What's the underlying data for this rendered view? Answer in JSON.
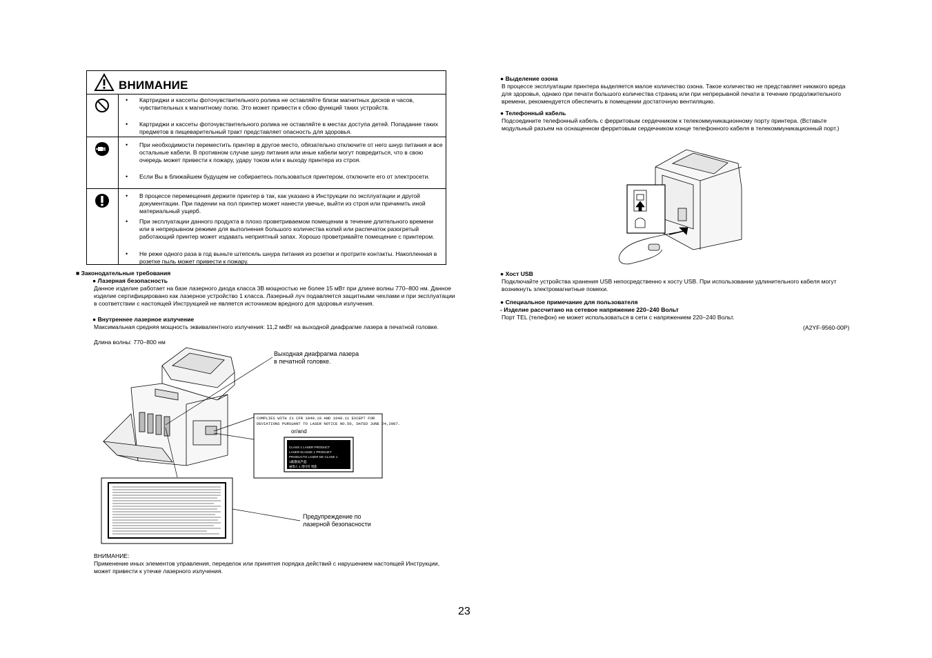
{
  "warning": {
    "title": "ВНИМАНИЕ",
    "rows": [
      {
        "icon": "prohibited-icon",
        "items": [
          "Картриджи и кассеты фоточувствительного ролика не оставляйте близи магнитных дисков и часов, чувствительных к магнитному полю. Это может привести к сбою функций таких устройств.",
          "Картриджи и кассеты фоточувствительного ролика не оставляйте в местах доступа детей. Попадание таких предметов в пищеварительный тракт представляет опасность для здоровья."
        ]
      },
      {
        "icon": "unplug-icon",
        "items": [
          "При необходимости переместить принтер в другое место, обязательно отключите от него шнур питания и все остальные кабели. В противном случае шнур питания или иные кабели могут повредиться, что в свою очередь может привести к пожару, удару током или к выходу принтера из строя.",
          "Если Вы в ближайшем будущем не собираетесь пользоваться принтером, отключите его от электросети."
        ]
      },
      {
        "icon": "exclamation-icon",
        "items": [
          "В процессе перемещения держите принтер в так, как указано в Инструкции по эксплуатации и другой документации. При падении на пол принтер может нанести увечье, выйти из строя или причинить иной материальный ущерб.",
          "При эксплуатации данного продукта в плохо проветриваемом помещении в течение длительного времени или в непрерывном режиме для выполнения большого количества копий или распечаток разогретый работающий принтер может издавать неприятный запах. Хорошо проветривайте помещение с принтером.",
          "Не реже одного раза в год выньте штепсель шнура питания из розетки и протрите контакты. Накопленная в розетке пыль может привести к пожару."
        ]
      }
    ]
  },
  "regulatory": {
    "heading": "■ Законодательные требования",
    "laser_heading": "● Лазерная безопасность",
    "laser_text": "Данное изделие работает на базе лазерного диода класса 3B мощностью не более 15 мВт при длине волны 770–800 нм. Данное изделие сертифицировано как лазерное устройство 1 класса. Лазерный луч подавляется защитными чехлами и при эксплуатации в соответствии с настоящей Инструкцией не является источником вредного для здоровья излучения.",
    "internal_heading": "● Внутреннее лазерное излучение",
    "internal_text": "Максимальная средняя мощность эквивалентного излучения: 11,2 мкВт на выходной диафрагме лазера в печатной головке.",
    "wavelength": "Длина волны: 770–800 нм"
  },
  "figure1": {
    "aperture_label": "Выходная диафрагма лазера в печатной головке.",
    "compliance_text": "COMPLIES WITH 21 CFR 1040.10 AND 1040.11 EXCEPT FOR DEVIATIONS PURSUANT TO LASER NOTICE NO.50, DATED JUNE 24,2007.",
    "or_and": "or/and",
    "class1_lines": [
      "CLASS 1 LASER PRODUCT",
      "LASER KLASSE 1 PRODUKT",
      "PRODUCTO LASER DE CLASE 1",
      "1类激光产品",
      "클래스 1 레이저 제품"
    ],
    "warning_label_caption": "Предупреждение по лазерной безопасности"
  },
  "caution": {
    "heading": "ВНИМАНИЕ:",
    "text": "Применение иных элементов управления, переделок или принятия порядка действий с нарушением настоящей Инструкции, может привести к утечке лазерного излучения."
  },
  "right": {
    "ozone_heading": "● Выделение озона",
    "ozone_text": "В процессе эксплуатации принтера выделяется малое количество озона. Такое количество не представляет никакого вреда для здоровья, однако при печати большого количества страниц или при непрерывной печати в течение продолжительного времени, рекомендуется обеспечить в помещении достаточную вентиляцию.",
    "phone_heading": "● Телефонный кабель",
    "phone_text": "Подсоедините телефонный кабель с ферритовым сердечником к телекоммуникационному порту принтера. (Вставьте модульный разъем на оснащенном ферритовым сердечником конце телефонного кабеля в телекоммуникационный порт.)",
    "usb_heading": "● Хост USB",
    "usb_text": "Подключайте устройства хранения USB непосредственно к хосту USB. При использовании удлинительного кабеля могут возникнуть электромагнитные помехи.",
    "special_heading": "● Специальное примечание для пользователя",
    "special_sub": "-  Изделие рассчитано на сетевое напряжение 220–240 Вольт",
    "special_text": "Порт TEL (телефон) не может использоваться в сети с напряжением 220–240 Вольт.",
    "doc_code": "(A2YF-9560-00P)"
  },
  "page_number": "23"
}
